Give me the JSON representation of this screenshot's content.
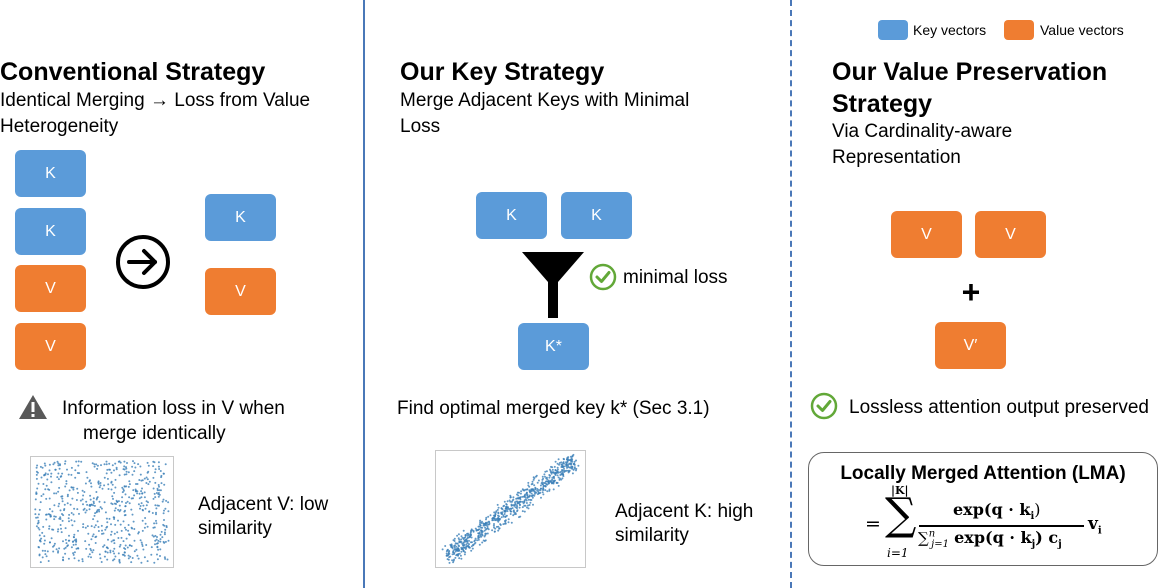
{
  "legend": {
    "key_label": "Key vectors",
    "value_label": "Value vectors",
    "key_color": "#5b9bd9",
    "value_color": "#ef7d31"
  },
  "panel1": {
    "title": "Conventional Strategy",
    "subtitle_line1": "Identical Merging → Loss from Value",
    "subtitle_line2": "Heterogeneity",
    "boxes_left": [
      "K",
      "K",
      "V",
      "V"
    ],
    "boxes_right": [
      "K",
      "V"
    ],
    "warning_line1": "Information loss in V when",
    "warning_line2": "merge identically",
    "scatter_caption_line1": "Adjacent V: low",
    "scatter_caption_line2": "similarity"
  },
  "panel2": {
    "title": "Our Key Strategy",
    "subtitle_line1": "Merge Adjacent Keys with Minimal",
    "subtitle_line2": "Loss",
    "boxes_top": [
      "K",
      "K"
    ],
    "box_merged": "K*",
    "check_label": "minimal loss",
    "find_text": "Find optimal merged key k* (Sec 3.1)",
    "scatter_caption_line1": "Adjacent K: high",
    "scatter_caption_line2": "similarity"
  },
  "panel3": {
    "title_line1": "Our Value Preservation",
    "title_line2": "Strategy",
    "subtitle_line1": "Via Cardinality-aware",
    "subtitle_line2": "Representation",
    "boxes_top": [
      "V",
      "V"
    ],
    "plus": "+",
    "box_bottom": "V′",
    "check_label": "Lossless attention output preserved",
    "formula_title": "Locally Merged Attention (LMA)",
    "formula": {
      "equals": "=",
      "sum_upper": "|K|",
      "sum_lower": "i=1",
      "numerator": "exp(q · k",
      "numerator_sub": "i",
      "denominator_sum": "∑",
      "denominator_sum_upper": "n",
      "denominator_sum_lower": "j=1",
      "denominator": "exp(q · k",
      "denominator_sub": "j",
      "denominator_tail": ") c",
      "denominator_tail_sub": "j",
      "value": "v",
      "value_sub": "i"
    }
  }
}
